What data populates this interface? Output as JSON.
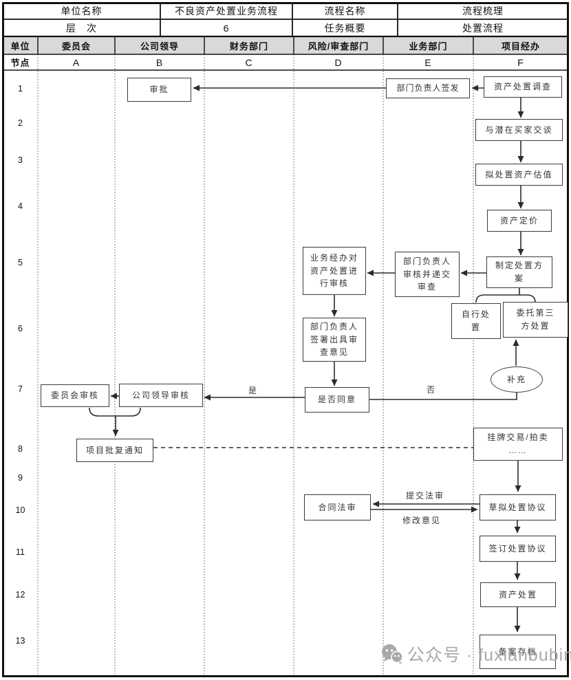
{
  "title_table": {
    "r1c1": "单位名称",
    "r1c2": "不良资产处置业务流程",
    "r1c3": "流程名称",
    "r1c4": "流程梳理",
    "r2c1": "层　次",
    "r2c2": "6",
    "r2c3": "任务概要",
    "r2c4": "处置流程"
  },
  "lane_header": {
    "unit": "单位",
    "node": "节点",
    "lanes": [
      {
        "name": "委员会",
        "code": "A"
      },
      {
        "name": "公司领导",
        "code": "B"
      },
      {
        "name": "财务部门",
        "code": "C"
      },
      {
        "name": "风险/审查部门",
        "code": "D"
      },
      {
        "name": "业务部门",
        "code": "E"
      },
      {
        "name": "项目经办",
        "code": "F"
      }
    ]
  },
  "row_numbers": [
    "1",
    "2",
    "3",
    "4",
    "5",
    "6",
    "7",
    "8",
    "9",
    "10",
    "11",
    "12",
    "13"
  ],
  "nodes": {
    "shenpi": "审批",
    "qianfa": "部门负责人签发",
    "diaocha": "资产处置调查",
    "jiaotan": "与潜在买家交谈",
    "guzhi": "拟处置资产估值",
    "dingjia": "资产定价",
    "jingban_shenhe": "业务经办对资产处置进行审核",
    "fuzeren_shenhe": "部门负责人审核并递交审查",
    "zhiding_fangan": "制定处置方案",
    "zixing": "自行处置",
    "weituo": "委托第三方处置",
    "qianshu_yijian": "部门负责人签署出具审查意见",
    "buchong": "补充",
    "weiyuanhui": "委员会审核",
    "lingdao_shenhe": "公司领导审核",
    "shifou": "是否同意",
    "pifu": "项目批复通知",
    "guapai": "挂牌交易/拍卖\n……",
    "hetong": "合同法审",
    "caoni": "草拟处置协议",
    "qianding": "签订处置协议",
    "chuzhi": "资产处置",
    "beian": "备案存档"
  },
  "edge_labels": {
    "yes": "是",
    "no": "否",
    "tijiao": "提交法审",
    "xiugai": "修改意见"
  },
  "watermark": "公众号 · fuxianbubin"
}
